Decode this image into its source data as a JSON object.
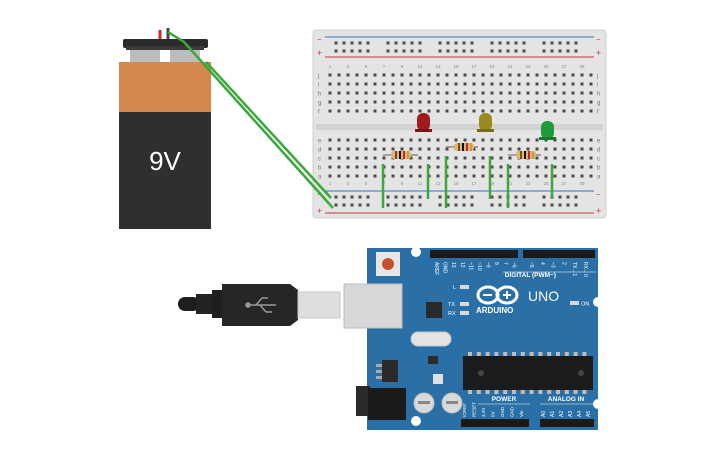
{
  "battery": {
    "label": "9V",
    "terminal_positive": "+",
    "terminal_negative": "−"
  },
  "breadboard": {
    "rail_plus": "+",
    "rail_minus": "−",
    "row_letters_top": [
      "j",
      "i",
      "h",
      "g",
      "f"
    ],
    "row_letters_bottom": [
      "e",
      "d",
      "c",
      "b",
      "a"
    ],
    "column_numbers": [
      "1",
      "3",
      "5",
      "7",
      "9",
      "11",
      "13",
      "15",
      "17",
      "19",
      "21",
      "23",
      "25",
      "27",
      "29"
    ],
    "led_colors": {
      "red": "#a01c1c",
      "yellow": "#9a8a1e",
      "green": "#1f9b3a"
    },
    "wire_color": "#3aa83a"
  },
  "arduino": {
    "brand": "ARDUINO",
    "model": "UNO",
    "on_label": "ON",
    "digital_label": "DIGITAL (PWM~)",
    "power_label": "POWER",
    "analog_label": "ANALOG IN",
    "led_l": "L",
    "led_tx": "TX",
    "led_rx": "RX",
    "digital_pins": [
      "AREF",
      "GND",
      "13",
      "12",
      "~11",
      "~10",
      "~9",
      "8",
      "7",
      "~6",
      "~5",
      "4",
      "~3",
      "2",
      "TX→1",
      "RX←0"
    ],
    "power_pins": [
      "IOREF",
      "RESET",
      "3.3V",
      "5V",
      "GND",
      "GND",
      "Vin"
    ],
    "analog_pins": [
      "A0",
      "A1",
      "A2",
      "A3",
      "A4",
      "A5"
    ],
    "board_color": "#2a6fa6"
  },
  "usb_cable": {
    "connector": "USB-B"
  }
}
